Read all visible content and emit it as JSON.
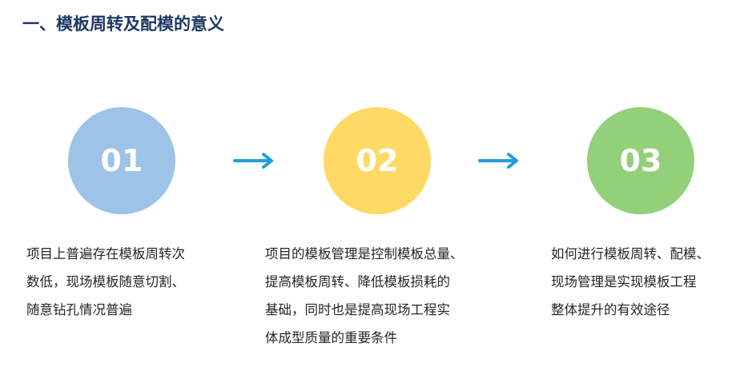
{
  "title": "一、模板周转及配模的意义",
  "colors": {
    "title": "#1f3864",
    "arrow": "#1e9fdc",
    "text": "#262626"
  },
  "steps": [
    {
      "number": "01",
      "color": "#9dc3e6",
      "lines": [
        "项目上普遍存在模板周转次",
        "数低，现场模板随意切割、",
        "随意钻孔情况普遍"
      ]
    },
    {
      "number": "02",
      "color": "#ffd966",
      "lines": [
        "项目的模板管理是控制模板总量、",
        "提高模板周转、降低模板损耗的",
        "基础，同时也是提高现场工程实",
        "体成型质量的重要条件"
      ]
    },
    {
      "number": "03",
      "color": "#92d07a",
      "lines": [
        "如何进行模板周转、配模、",
        "现场管理是实现模板工程",
        "整体提升的有效途径"
      ]
    }
  ],
  "arrows": [
    "right-arrow-icon",
    "right-arrow-icon"
  ]
}
